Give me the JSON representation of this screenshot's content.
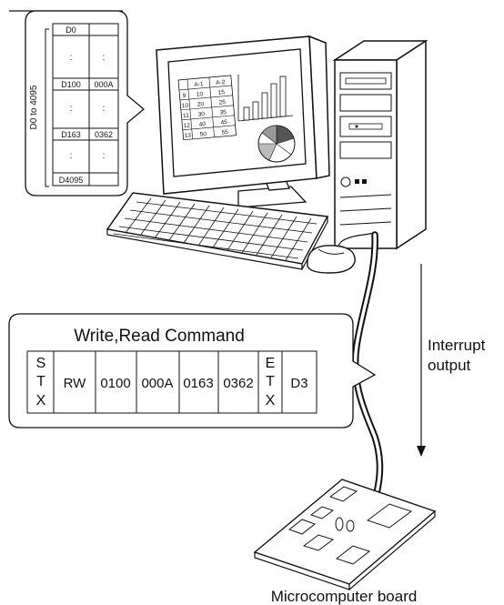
{
  "memory_table": {
    "range_label": "D0 to 4095",
    "rows": [
      {
        "addr": "D0",
        "value": ""
      },
      {
        "addr": ":",
        "value": ":"
      },
      {
        "addr": "D100",
        "value": "000A"
      },
      {
        "addr": ":",
        "value": ":"
      },
      {
        "addr": "D163",
        "value": "0362"
      },
      {
        "addr": ":",
        "value": ":"
      },
      {
        "addr": "D4095",
        "value": ""
      }
    ]
  },
  "screen_table": {
    "headers": [
      "",
      "A-1",
      "A-2"
    ],
    "rows": [
      [
        "9",
        "10",
        "15"
      ],
      [
        "10",
        "20",
        "25"
      ],
      [
        "11",
        "30",
        "35"
      ],
      [
        "12",
        "40",
        "45"
      ],
      [
        "13",
        "50",
        "55"
      ]
    ]
  },
  "command": {
    "title": "Write,Read Command",
    "stx": [
      "S",
      "T",
      "X"
    ],
    "fields": [
      "RW",
      "0100",
      "000A",
      "0163",
      "0362"
    ],
    "etx": [
      "E",
      "T",
      "X"
    ],
    "checksum": "D3"
  },
  "interrupt": {
    "line1": "Interrupt",
    "line2": "output"
  },
  "board": {
    "label": "Microcomputer board"
  }
}
